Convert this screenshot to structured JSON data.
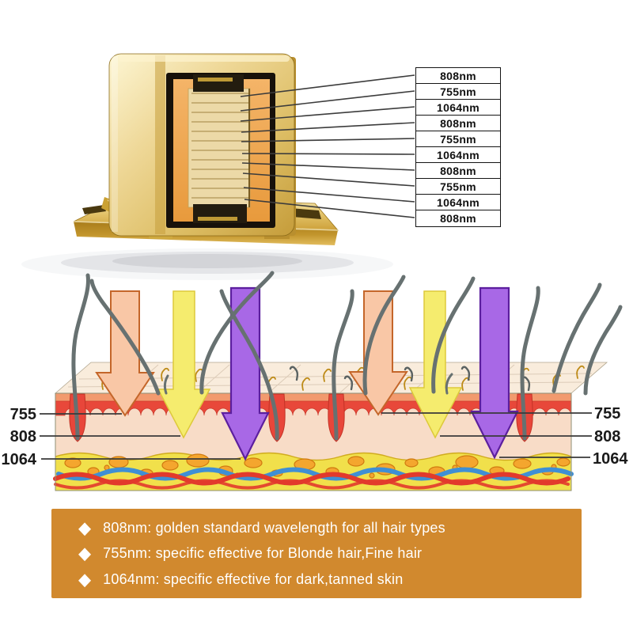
{
  "device": {
    "name": "diode laser module",
    "callout_labels": [
      "808nm",
      "755nm",
      "1064nm",
      "808nm",
      "755nm",
      "1064nm",
      "808nm",
      "755nm",
      "1064nm",
      "808nm"
    ]
  },
  "skin_diagram": {
    "depth_labels_left": [
      "755",
      "808",
      "1064"
    ],
    "depth_labels_right": [
      "755",
      "808",
      "1064"
    ],
    "arrow_colors": {
      "755": "#f9c7a6",
      "808": "#f5ec6e",
      "1064": "#a868e6"
    },
    "arrow_outline_colors": {
      "755": "#c4662a",
      "808": "#ddc93a",
      "1064": "#5c1f9e"
    }
  },
  "banner": {
    "bg_color": "#d1892e",
    "bullet": "◆",
    "items": [
      "808nm: golden standard wavelength for all hair types",
      "755nm: specific effective for Blonde hair,Fine hair",
      "1064nm: specific effective for dark,tanned skin"
    ]
  }
}
